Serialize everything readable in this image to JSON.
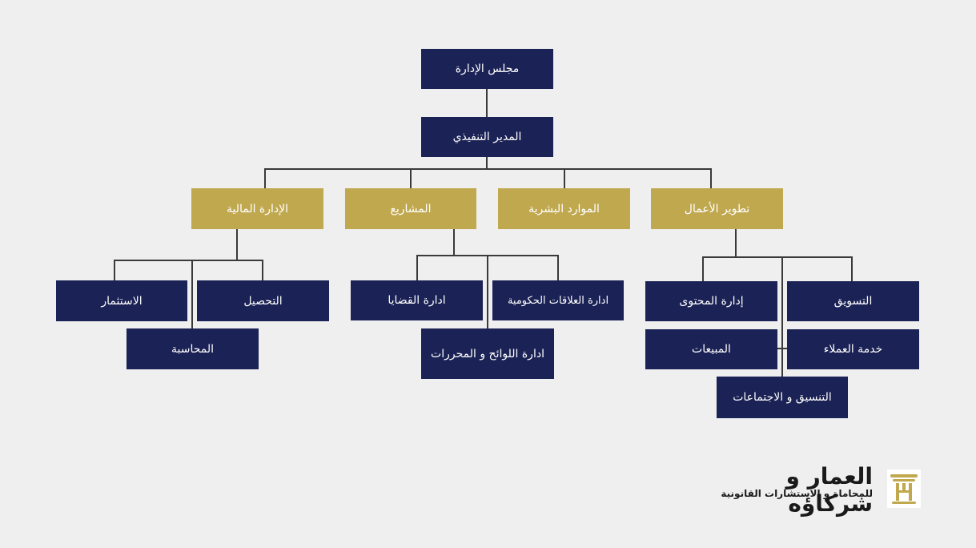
{
  "board": "مجلس الإدارة",
  "ceo": "المدير التنفيذي",
  "departments": {
    "finance": {
      "label": "الإدارة المالية",
      "units": {
        "collection": "التحصيل",
        "investment": "الاستثمار",
        "accounting": "المحاسبة"
      }
    },
    "projects": {
      "label": "المشاريع",
      "units": {
        "gov_relations": "ادارة العلاقات الحكومية",
        "cases": "ادارة القضايا",
        "regulations": "ادارة اللوائح و المحررات"
      }
    },
    "hr": {
      "label": "الموارد البشرية"
    },
    "business_dev": {
      "label": "تطوير الأعمال",
      "units": {
        "marketing": "التسويق",
        "content": "إدارة المحتوى",
        "customer_service": "خدمة العملاء",
        "sales": "المبيعات",
        "coordination": "التنسيق و الاجتماعات"
      }
    }
  },
  "logo": {
    "name": "العمار و شركاؤه",
    "tagline": "للمحاماة و الاستشارات القانونية"
  },
  "colors": {
    "navy": "#1b2255",
    "gold": "#c0a84f",
    "background": "#efefef"
  }
}
